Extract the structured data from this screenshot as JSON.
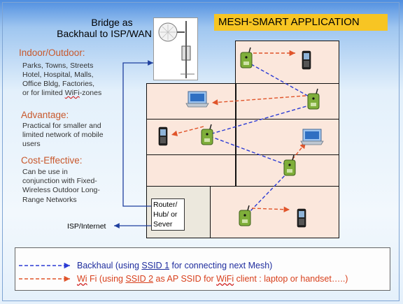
{
  "title": "MESH-SMART APPLICATION",
  "bridge": {
    "line1": "Bridge as",
    "line2": "Backhaul to ISP/WAN"
  },
  "sections": {
    "indoor": {
      "heading": "Indoor/Outdoor:",
      "l1": "Parks, Towns, Streets",
      "l2": "Hotel, Hospital, Malls,",
      "l3": "Office Bldg, Factories,",
      "l4a": "or for limited ",
      "l4b": "WiFi",
      "l4c": "-zones"
    },
    "advantage": {
      "heading": "Advantage:",
      "body": "Practical for smaller and\nlimited network of mobile\nusers"
    },
    "cost": {
      "heading": "Cost-Effective:",
      "body": "Can be use in\nconjunction with Fixed-\nWireless Outdoor Long-\nRange Networks"
    }
  },
  "router": {
    "line1": "Router/",
    "line2": "Hub/ or",
    "line3": "Sever"
  },
  "isp_label": "ISP/Internet",
  "legend": {
    "backhaul_a": "Backhaul (using ",
    "backhaul_ssid": "SSID 1",
    "backhaul_b": " for connecting next Mesh)",
    "wifi_a": "Wi",
    "wifi_b": " Fi (using ",
    "wifi_ssid": "SSID 2",
    "wifi_c": " as AP SSID for ",
    "wifi_d": "WiFi",
    "wifi_e": " client : laptop or handset…..)"
  },
  "colors": {
    "backhaul_line": "#2b3bd4",
    "wifi_line": "#e0542a",
    "title_bg": "#f7c523",
    "heading": "#c8582c"
  },
  "icons": [
    "mesh-node-icon",
    "handset-icon",
    "laptop-icon",
    "antenna-icon",
    "arrow-icon"
  ]
}
